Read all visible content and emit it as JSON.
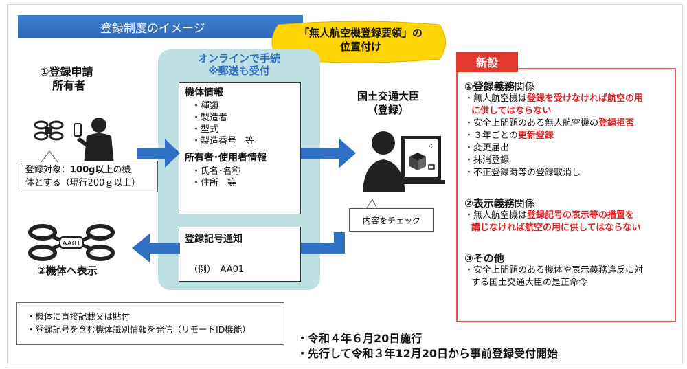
{
  "header": {
    "title": "登録制度のイメージ"
  },
  "banner": {
    "line1": "「無人航空機登録要領」の",
    "line2": "位置付け"
  },
  "owner": {
    "title_line1": "①登録申請",
    "title_line2": "所有者",
    "callout_prefix": "登録対象：",
    "callout_bold": "100g以上",
    "callout_suffix": "の機",
    "callout_line2": "体とする（現行200ｇ以上）"
  },
  "aircraft_mark": {
    "drone_text": "AA01",
    "label": "②機体へ表示"
  },
  "bottom_notes": [
    "・機体に直接記載又は貼付",
    "・登録記号を含む機体識別情報を発信（リモートID機能）"
  ],
  "online": {
    "line1": "オンラインで手続",
    "line2": "※郵送も受付"
  },
  "aircraft_info": {
    "heading": "機体情報",
    "items": [
      "・種類",
      "・製造者",
      "・型式",
      "・製造番号　等"
    ]
  },
  "owner_info": {
    "heading": "所有者･使用者情報",
    "items": [
      "・氏名･名称",
      "・住所　等"
    ]
  },
  "notice": {
    "heading": "登録記号通知",
    "example": "（例）　AA01"
  },
  "minister": {
    "line1": "国土交通大臣",
    "line2": "（登録）",
    "check": "内容をチェック"
  },
  "new_section": {
    "tag": "新設",
    "sec1": {
      "title_bold": "①登録義務",
      "title_light": "関係",
      "l1a": "・無人航空機は",
      "l1b": "登録を受けなければ航空の用",
      "l1c": "に供してはならない",
      "l2a": "・安全上問題のある無人航空機の",
      "l2b": "登録拒否",
      "l3a": "・３年ごとの",
      "l3b": "更新登録",
      "l4": "・変更届出",
      "l5": "・抹消登録",
      "l6": "・不正登録時等の登録取消し"
    },
    "sec2": {
      "title_bold": "②表示義務",
      "title_light": "関係",
      "l1a": "・無人航空機は",
      "l1b": "登録記号の表示等の措置を",
      "l1c": "講じなければ航空の用に供してはならない"
    },
    "sec3": {
      "title": "③その他",
      "l1": "・安全上問題のある機体や表示義務違反に対",
      "l2": "する国土交通大臣の是正命令"
    }
  },
  "footer": {
    "line1": "・令和４年６月20日施行",
    "line2": "・先行して令和３年12月20日から事前登録受付開始"
  },
  "colors": {
    "header_blue": "#2e67b8",
    "arrow_blue": "#2f6fc4",
    "panel_teal": "#bfe0e3",
    "banner_yellow": "#ffd400",
    "accent_red": "#e02020"
  }
}
